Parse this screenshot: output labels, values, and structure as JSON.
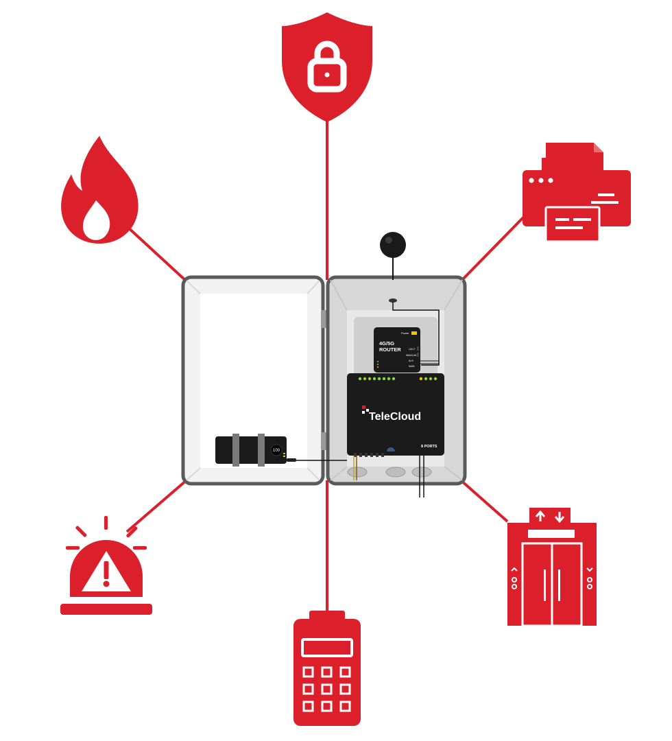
{
  "colors": {
    "accent_red": "#db1f2b",
    "cabinet_frame": "#5a5a5a",
    "cabinet_interior": "#e9e9e9",
    "device_black": "#1b1b1b",
    "led_green": "#8bd63c",
    "led_yellow": "#f2c40c"
  },
  "router": {
    "line1": "4G/5G",
    "line2": "ROUTER",
    "power_label": "Power",
    "port_labels": [
      "LAN 2",
      "WAN/LAN 1",
      "AUX",
      "MAIN"
    ]
  },
  "hub": {
    "brand": "TeleCloud",
    "ports_label": "8 PORTS"
  },
  "battery": {
    "level": "100"
  },
  "icons": [
    {
      "name": "shield-lock-icon"
    },
    {
      "name": "fire-icon"
    },
    {
      "name": "printer-icon"
    },
    {
      "name": "alarm-siren-icon"
    },
    {
      "name": "keypad-icon"
    },
    {
      "name": "elevator-icon"
    }
  ]
}
